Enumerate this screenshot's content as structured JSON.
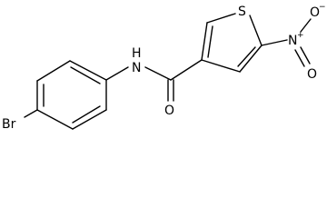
{
  "molecule": {
    "atoms": {
      "sulfur": "S",
      "amide_n": "N",
      "amide_h": "H",
      "carbonyl_o": "O",
      "nitro_n": "N",
      "nitro_n_charge": "+",
      "nitro_o_top": "O",
      "nitro_o_top_charge": "−",
      "nitro_o_bottom": "O",
      "bromine": "Br"
    }
  }
}
